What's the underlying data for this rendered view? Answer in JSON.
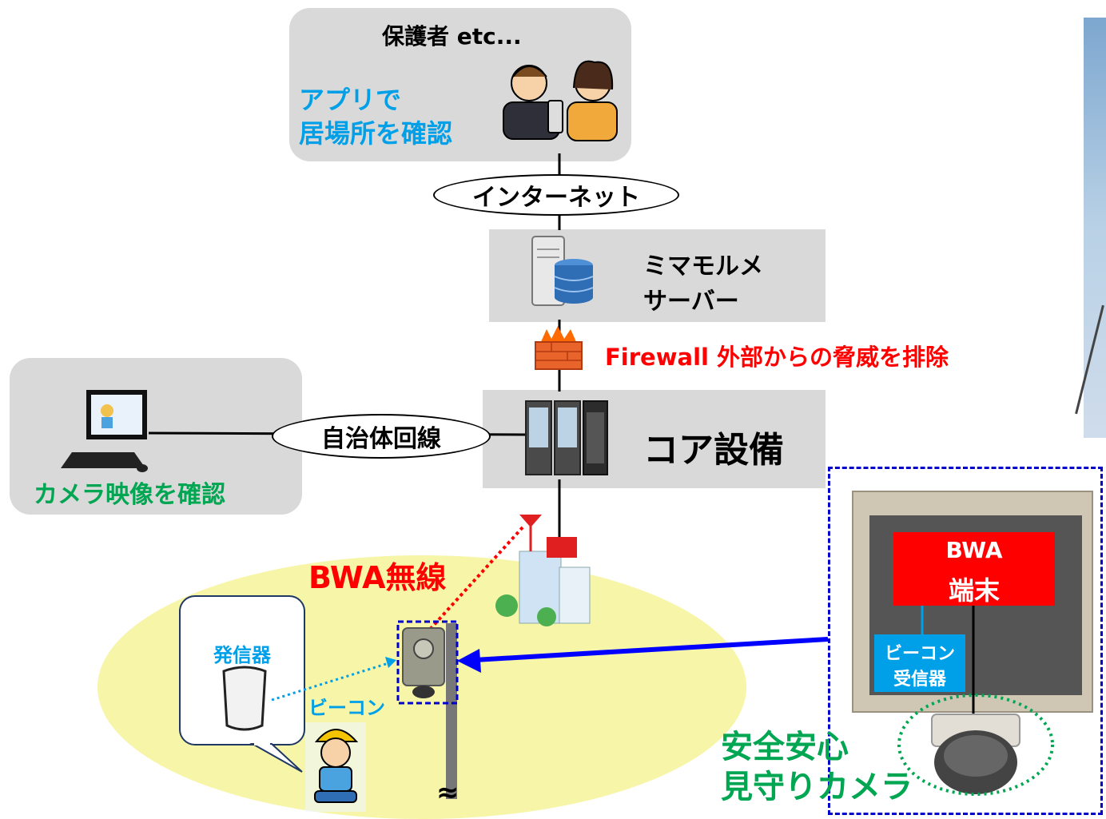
{
  "guardian": {
    "title": "保護者 etc...",
    "note_line1": "アプリで",
    "note_line2": "居場所を確認"
  },
  "internet_label": "インターネット",
  "server": {
    "line1": "ミマモルメ",
    "line2": "サーバー"
  },
  "firewall": {
    "label": "Firewall  外部からの脅威を排除"
  },
  "core": {
    "label": "コア設備"
  },
  "municipal": {
    "line_label": "自治体回線",
    "note": "カメラ映像を確認"
  },
  "wireless_label": "BWA無線",
  "bubble": {
    "title": "発信器"
  },
  "beacon_label": "ビーコン",
  "tilde_symbol": "≈",
  "camera_box": {
    "bwa_line1": "BWA",
    "bwa_line2": "端末",
    "receiver_line1": "ビーコン",
    "receiver_line2": "受信器",
    "caption_line1": "安全安心",
    "caption_line2": "見守りカメラ"
  },
  "colors": {
    "panel_gray": "#d9d9d9",
    "blue_text": "#00a0e9",
    "red_text": "#ff0000",
    "green_text": "#00a651",
    "yellow_area": "#f7f5a8",
    "arrow_blue": "#0000ff",
    "bwa_red": "#ff0000",
    "receiver_cyan": "#00a0e9"
  },
  "icons": [
    "people-icon",
    "server-icon",
    "firewall-icon",
    "server-rack-icon",
    "computer-icon",
    "building-icon",
    "antenna-icon",
    "child-icon",
    "beacon-tag-icon",
    "camera-device-icon",
    "dome-camera-icon"
  ]
}
